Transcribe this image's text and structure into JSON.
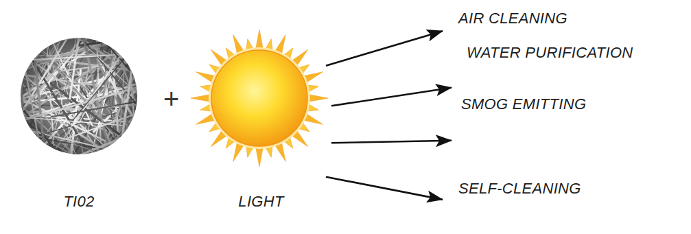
{
  "diagram": {
    "nodes": [
      {
        "text": [
          "TI02"
        ]
      },
      {
        "text": [
          "LIGHT"
        ]
      },
      {
        "text": [
          "AIR CLEANING"
        ]
      },
      {
        "text": [
          "WATER PURIFICATION"
        ]
      },
      {
        "text": [
          "SMOG EMITTING"
        ]
      },
      {
        "text": [
          "SELF-CLEANING"
        ]
      }
    ],
    "edges": [
      {
        "from": 1,
        "to": 2,
        "arrow": "to"
      },
      {
        "from": 1,
        "to": 3,
        "arrow": "to"
      },
      {
        "from": 1,
        "to": 4,
        "arrow": "to"
      },
      {
        "from": 1,
        "to": 5,
        "arrow": "to"
      }
    ],
    "labels": [
      "+"
    ]
  }
}
